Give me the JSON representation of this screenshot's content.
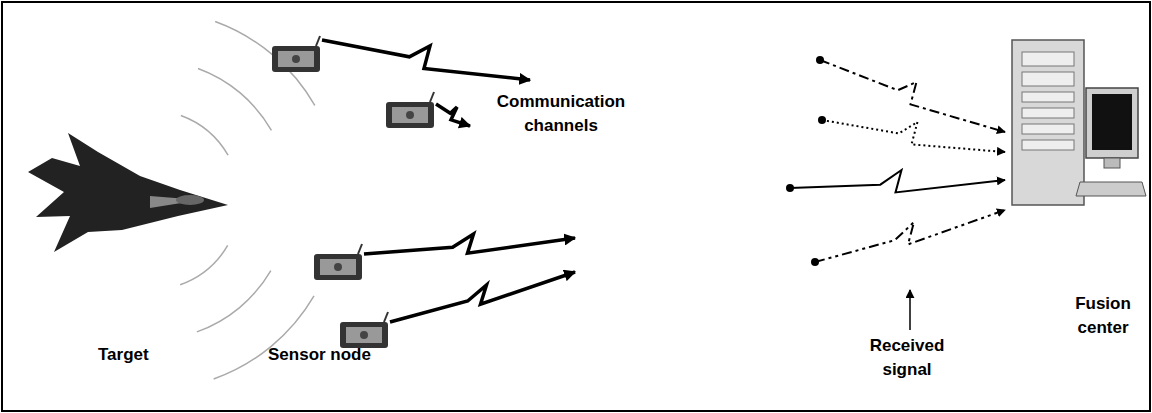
{
  "diagram": {
    "labels": [
      "Target",
      "Sensor node",
      "Communication channels",
      "Received signal",
      "Fusion center"
    ]
  }
}
